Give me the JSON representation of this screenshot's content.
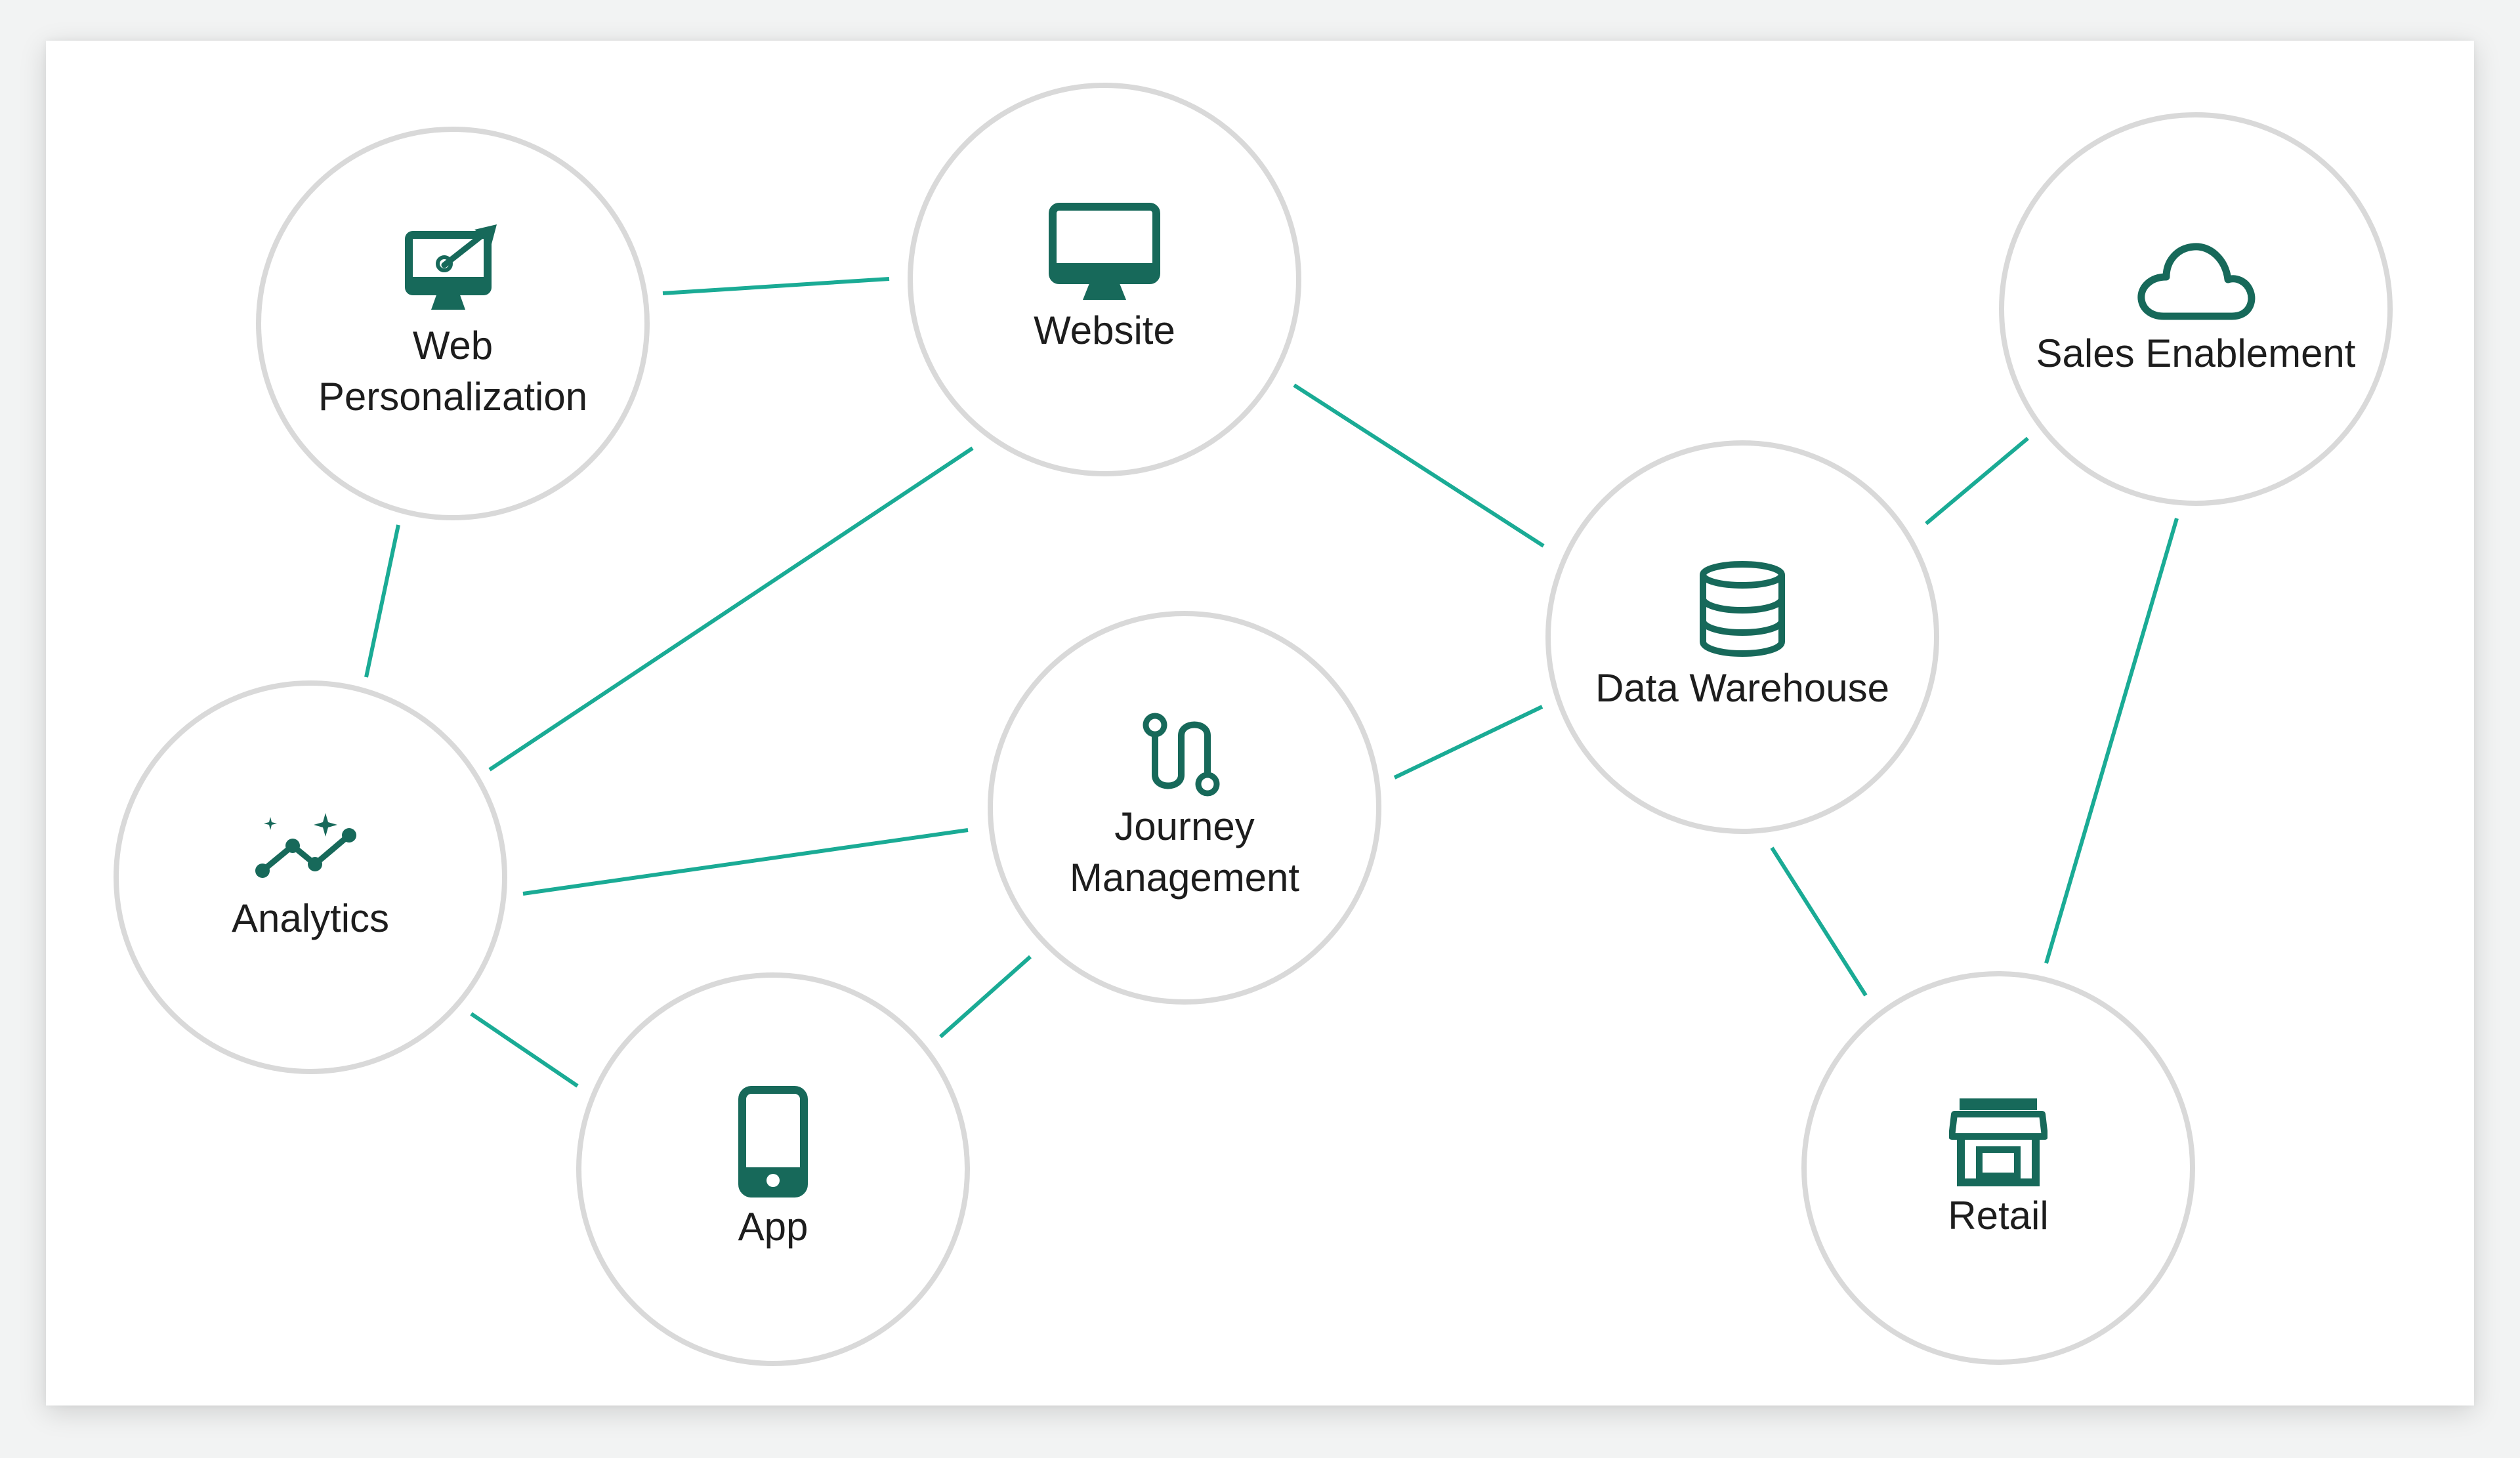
{
  "colors": {
    "accent": "#1aab95",
    "icon": "#17695a",
    "circle": "#d9d9d9",
    "text": "#1d1d1d",
    "background": "#ffffff"
  },
  "nodes": {
    "web_personalization": {
      "label": "Web Personalization",
      "icon": "monitor-brush-icon"
    },
    "website": {
      "label": "Website",
      "icon": "monitor-icon"
    },
    "sales_enablement": {
      "label": "Sales Enablement",
      "icon": "cloud-icon"
    },
    "data_warehouse": {
      "label": "Data Warehouse",
      "icon": "database-icon"
    },
    "analytics": {
      "label": "Analytics",
      "icon": "sparkle-trend-icon"
    },
    "journey_management": {
      "label": "Journey Management",
      "icon": "journey-path-icon"
    },
    "app": {
      "label": "App",
      "icon": "smartphone-icon"
    },
    "retail": {
      "label": "Retail",
      "icon": "storefront-icon"
    }
  },
  "edges": [
    [
      "web_personalization",
      "website"
    ],
    [
      "web_personalization",
      "analytics"
    ],
    [
      "website",
      "analytics"
    ],
    [
      "website",
      "data_warehouse"
    ],
    [
      "analytics",
      "journey_management"
    ],
    [
      "analytics",
      "app"
    ],
    [
      "journey_management",
      "app"
    ],
    [
      "journey_management",
      "data_warehouse"
    ],
    [
      "data_warehouse",
      "sales_enablement"
    ],
    [
      "data_warehouse",
      "retail"
    ],
    [
      "sales_enablement",
      "retail"
    ]
  ]
}
